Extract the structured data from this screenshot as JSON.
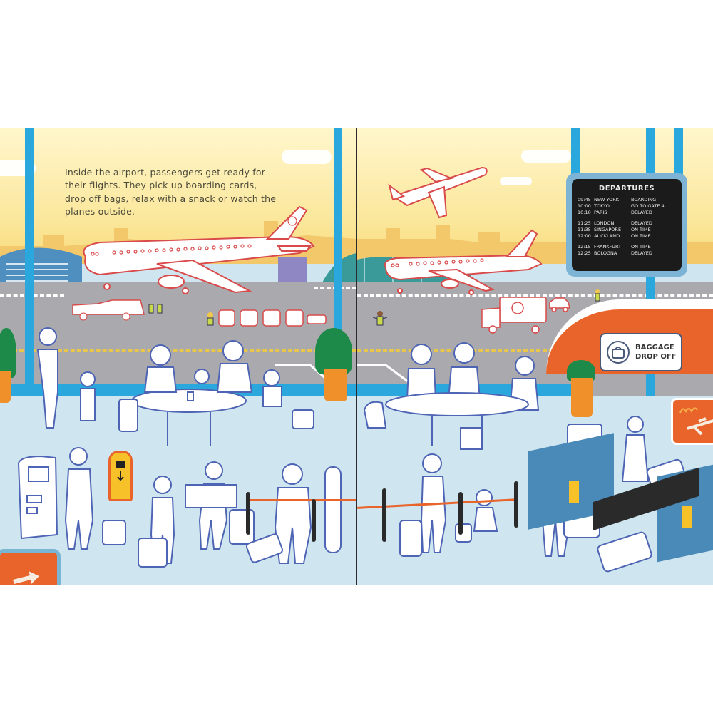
{
  "book": {
    "intro_text": "Inside the airport, passengers get ready for their flights. They pick up boarding cards, drop off bags, relax with a snack or watch the planes outside."
  },
  "departures_board": {
    "title": "DEPARTURES",
    "groups": [
      [
        {
          "time": "09:45",
          "city": "NEW YORK",
          "status": "BOARDING"
        },
        {
          "time": "10:00",
          "city": "TOKYO",
          "status": "GO TO GATE 4"
        },
        {
          "time": "10:10",
          "city": "PARIS",
          "status": "DELAYED"
        }
      ],
      [
        {
          "time": "11:25",
          "city": "LONDON",
          "status": "DELAYED"
        },
        {
          "time": "11:35",
          "city": "SINGAPORE",
          "status": "ON TIME"
        },
        {
          "time": "12:00",
          "city": "AUCKLAND",
          "status": "ON TIME"
        }
      ],
      [
        {
          "time": "12:15",
          "city": "FRANKFURT",
          "status": "ON TIME"
        },
        {
          "time": "12:25",
          "city": "BOLOGNA",
          "status": "DELAYED"
        }
      ]
    ]
  },
  "signs": {
    "baggage_drop_line1": "BAGGAGE",
    "baggage_drop_line2": "DROP OFF",
    "baggage_icon": "suitcase-icon",
    "airline_logo_icon": "airline-logo-icon",
    "arrow_icon": "right-arrow-icon"
  },
  "colors": {
    "sky": "#fbe79a",
    "window_frame": "#2aa8de",
    "tarmac": "#a9a9ae",
    "floor": "#cfe6f0",
    "accent_orange": "#e8642a",
    "board_bg": "#1b1b1b",
    "plant_green": "#1e8a4a"
  }
}
